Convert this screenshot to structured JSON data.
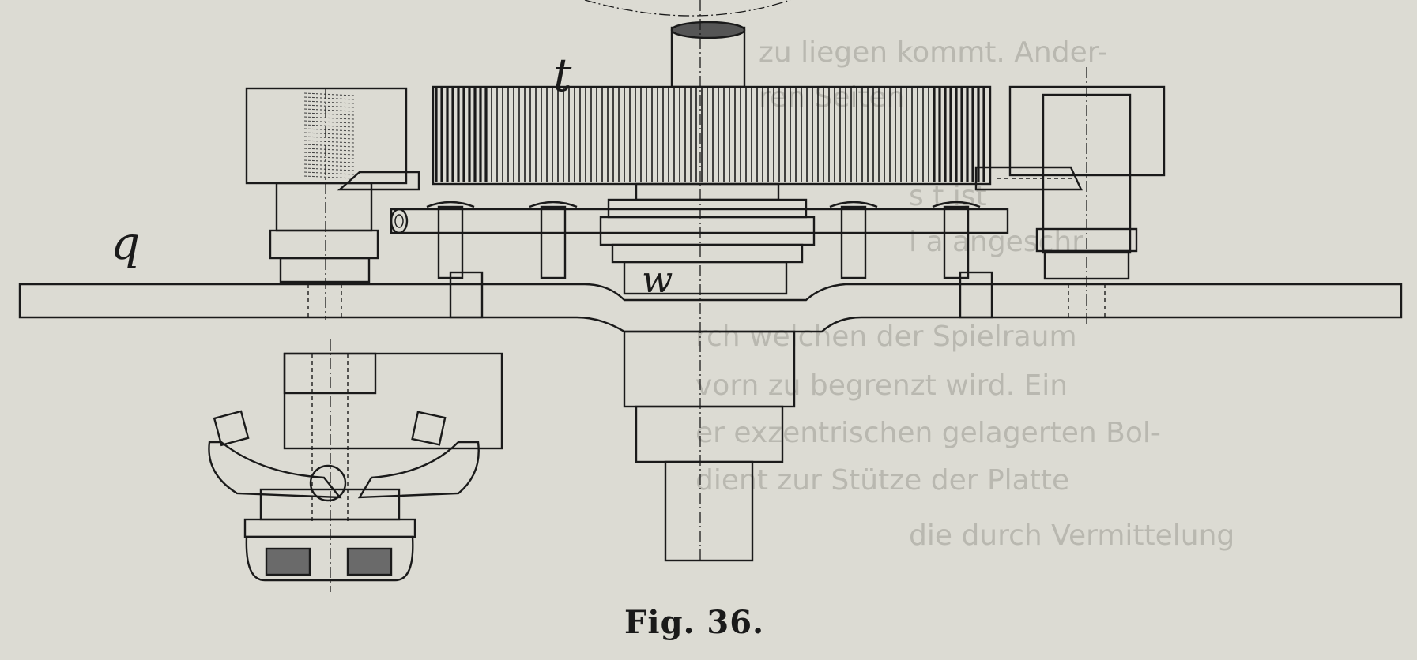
{
  "figure": {
    "caption": "Fig. 36.",
    "labels": {
      "gear": "t",
      "plate": "q",
      "hub": "w"
    }
  },
  "background_text": [
    "zu liegen kommt. Ander-",
    "ren Seiten",
    "s t ist",
    "l a angeschr",
    "rch welchen der Spielraum",
    "vorn zu begrenzt wird. Ein",
    "er exzentrischen gelagerten Bol-",
    "dient zur Stütze der Platte",
    "die durch Vermittelung"
  ],
  "colors": {
    "paper": "#dcdbd3",
    "ink": "#1a1a1a",
    "show_through": "#b9b8b0"
  }
}
